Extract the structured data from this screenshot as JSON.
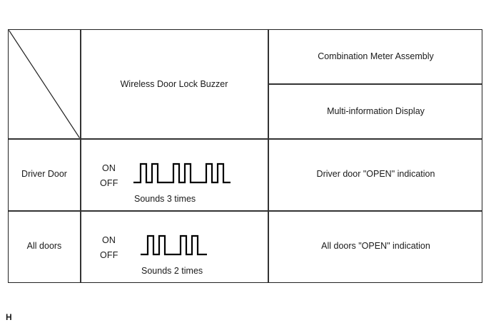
{
  "figure": {
    "marker": "H"
  },
  "table": {
    "header": {
      "corner_cell": "",
      "buzzer_column": "Wireless Door Lock Buzzer",
      "meter_assembly": "Combination Meter Assembly",
      "multi_information_display": "Multi-information Display"
    },
    "rows": [
      {
        "condition": "Driver Door",
        "buzzer": {
          "on_label": "ON",
          "off_label": "OFF",
          "caption": "Sounds 3 times",
          "pulse_groups": 3,
          "pulses_per_group": 2
        },
        "indication": "Driver door \"OPEN\" indication"
      },
      {
        "condition": "All doors",
        "buzzer": {
          "on_label": "ON",
          "off_label": "OFF",
          "caption": "Sounds 2 times",
          "pulse_groups": 2,
          "pulses_per_group": 2
        },
        "indication": "All doors \"OPEN\" indication"
      }
    ]
  },
  "colors": {
    "border": "#222222",
    "grid": "#333333",
    "text": "#1a1a1a",
    "background": "#ffffff",
    "waveform": "#000000"
  }
}
